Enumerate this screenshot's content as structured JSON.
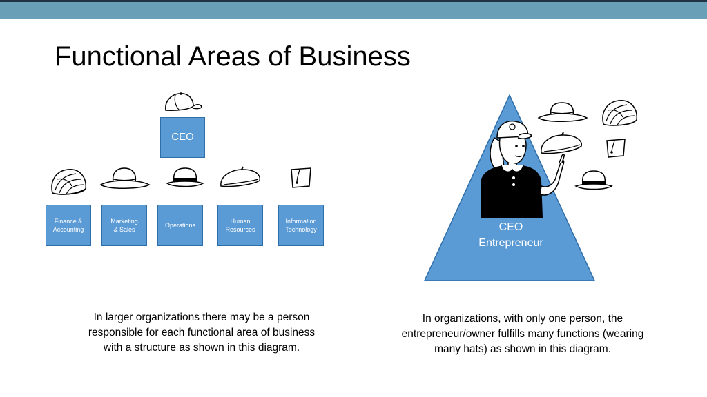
{
  "slide": {
    "title": "Functional Areas of Business"
  },
  "left_diagram": {
    "ceo_label": "CEO",
    "functions": [
      {
        "line1": "Finance &",
        "line2": "Accounting"
      },
      {
        "line1": "Marketing",
        "line2": "& Sales"
      },
      {
        "line1": "Operations",
        "line2": ""
      },
      {
        "line1": "Human",
        "line2": "Resources"
      },
      {
        "line1": "Information",
        "line2": "Technology"
      }
    ],
    "caption": {
      "line1": "In larger organizations there may be a person",
      "line2": "responsible for each functional area of business",
      "line3": "with a structure as shown in this diagram."
    }
  },
  "right_diagram": {
    "triangle_line1": "CEO",
    "triangle_line2": "Entrepreneur",
    "caption": {
      "line1": "In organizations, with only one person, the",
      "line2": "entrepreneur/owner fulfills many functions (wearing",
      "line3": "many hats) as shown in this diagram."
    }
  },
  "colors": {
    "box_fill": "#5b9bd5",
    "header_bar": "#6aa0b7"
  },
  "icons": [
    "baseball-cap-icon",
    "turban-icon",
    "fedora-icon",
    "bowler-hat-icon",
    "beret-icon",
    "fez-icon",
    "woman-with-cap-icon"
  ]
}
